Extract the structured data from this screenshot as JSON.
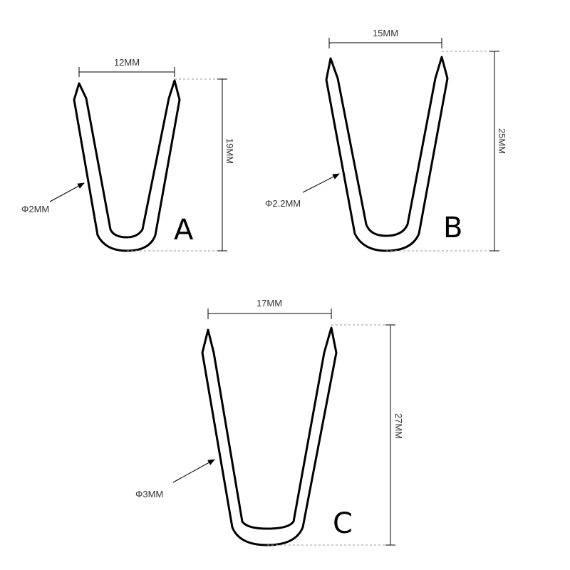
{
  "staples": [
    {
      "letter": "A",
      "width_label": "12MM",
      "height_label": "19MM",
      "diameter_label": "Φ2MM"
    },
    {
      "letter": "B",
      "width_label": "15MM",
      "height_label": "25MM",
      "diameter_label": "Φ2.2MM"
    },
    {
      "letter": "C",
      "width_label": "17MM",
      "height_label": "27MM",
      "diameter_label": "Φ3MM"
    }
  ]
}
